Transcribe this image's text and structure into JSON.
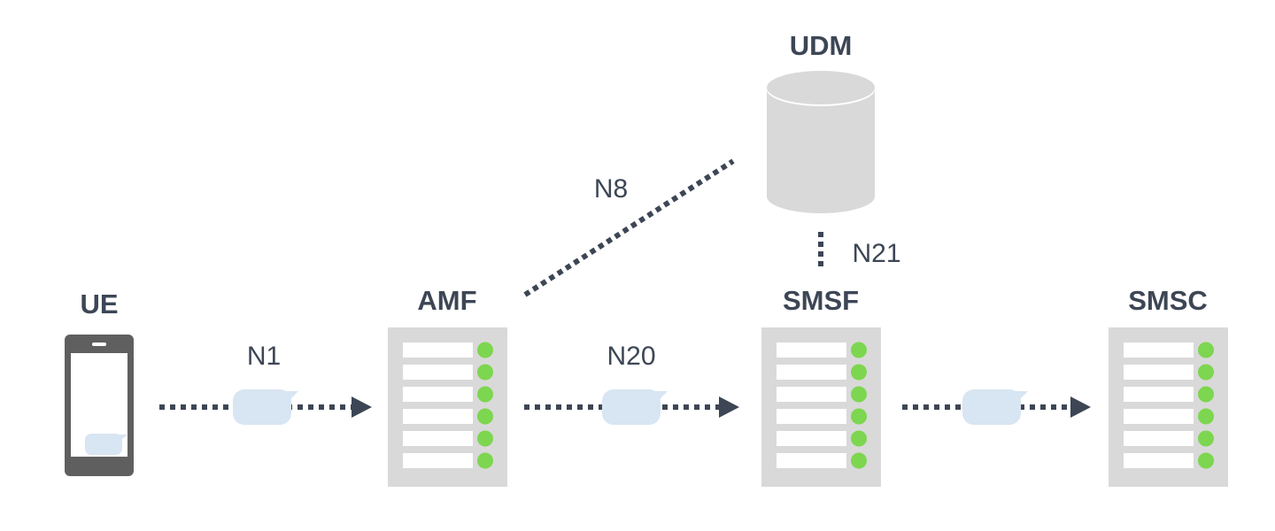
{
  "diagram": {
    "colors": {
      "text": "#3d4655",
      "server_body": "#d9d9d9",
      "server_slot": "#ffffff",
      "led": "#7dd64f",
      "database": "#d9d9d9",
      "phone": "#5f5f5f",
      "message_bubble": "#d8e5f2",
      "link": "#3d4655"
    },
    "nodes": {
      "ue": {
        "label": "UE",
        "icon": "smartphone-icon"
      },
      "amf": {
        "label": "AMF",
        "icon": "server-icon",
        "slots": 6
      },
      "smsf": {
        "label": "SMSF",
        "icon": "server-icon",
        "slots": 6
      },
      "smsc": {
        "label": "SMSC",
        "icon": "server-icon",
        "slots": 6
      },
      "udm": {
        "label": "UDM",
        "icon": "database-icon"
      }
    },
    "links": {
      "n1": {
        "label": "N1",
        "from": "UE",
        "to": "AMF",
        "style": "dotted-arrow",
        "carries_message": true
      },
      "n20": {
        "label": "N20",
        "from": "AMF",
        "to": "SMSF",
        "style": "dotted-arrow",
        "carries_message": true
      },
      "smsf_smsc": {
        "label": "",
        "from": "SMSF",
        "to": "SMSC",
        "style": "dotted-arrow",
        "carries_message": true
      },
      "n8": {
        "label": "N8",
        "from": "AMF",
        "to": "UDM",
        "style": "dotted-line"
      },
      "n21": {
        "label": "N21",
        "from": "SMSF",
        "to": "UDM",
        "style": "dotted-line"
      }
    }
  }
}
